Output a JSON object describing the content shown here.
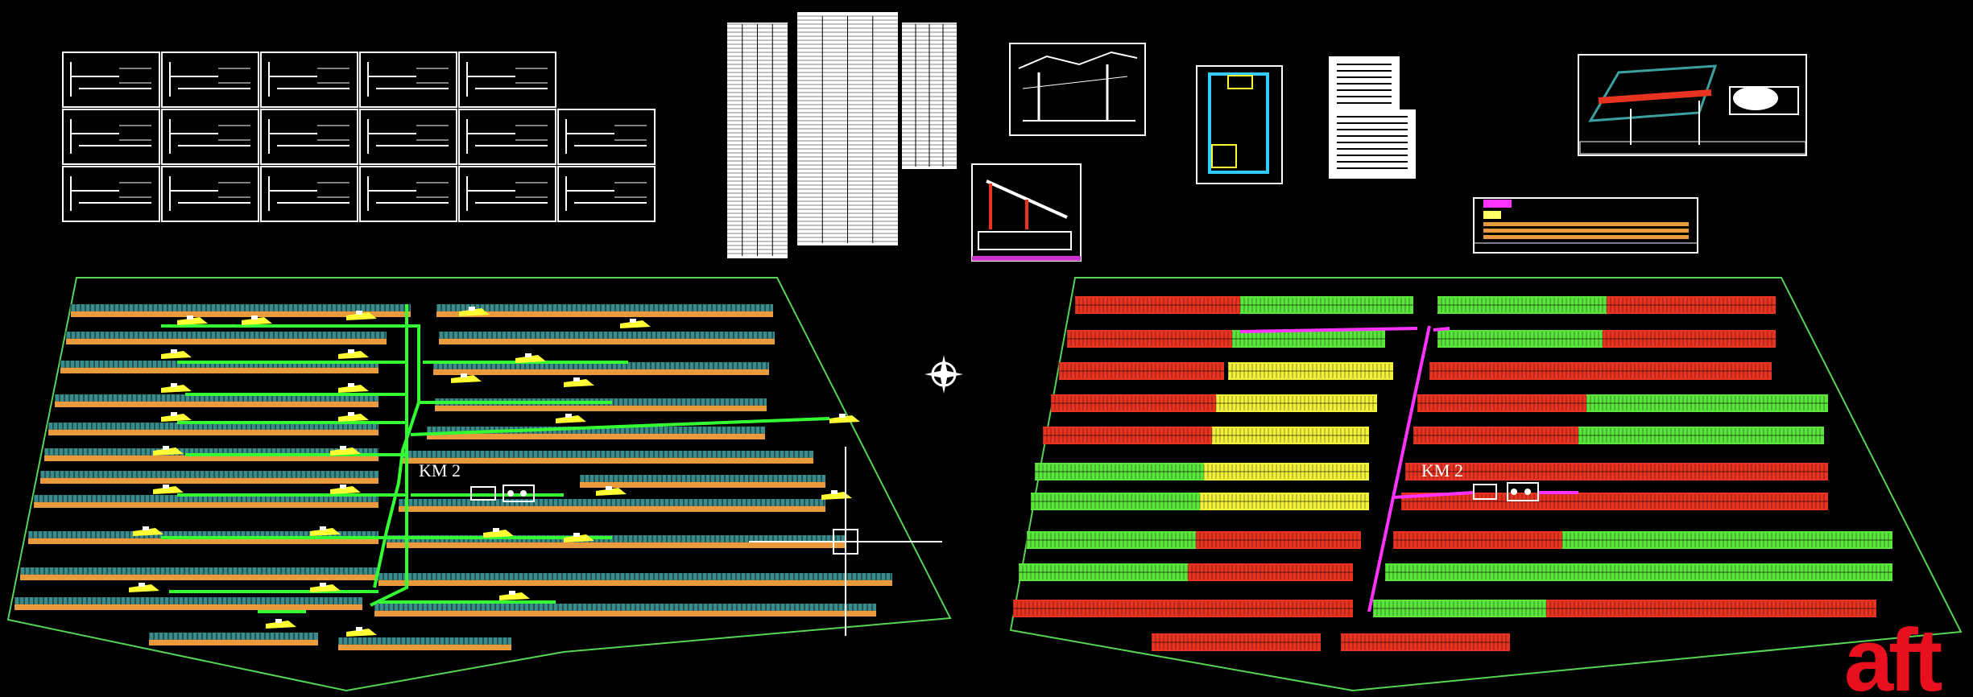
{
  "viewport": {
    "label_left": "KM 2",
    "label_right": "KM 2"
  },
  "logo": {
    "text": "aft",
    "color": "#e8101f"
  },
  "colors": {
    "background": "#000000",
    "boundary": "#55d455",
    "panel_teal": "#3a8c8c",
    "panel_orange": "#e89a3c",
    "cable_green": "#33ff33",
    "tag_yellow": "#ffff33",
    "panel_red": "#e83320",
    "panel_green": "#5ae63c",
    "panel_yellow": "#f2f23c",
    "cable_magenta": "#ff33ff",
    "sheet_white": "#ffffff"
  },
  "icons": {
    "north": "compass-rose-icon",
    "cursor": "crosshair-cursor-icon"
  }
}
